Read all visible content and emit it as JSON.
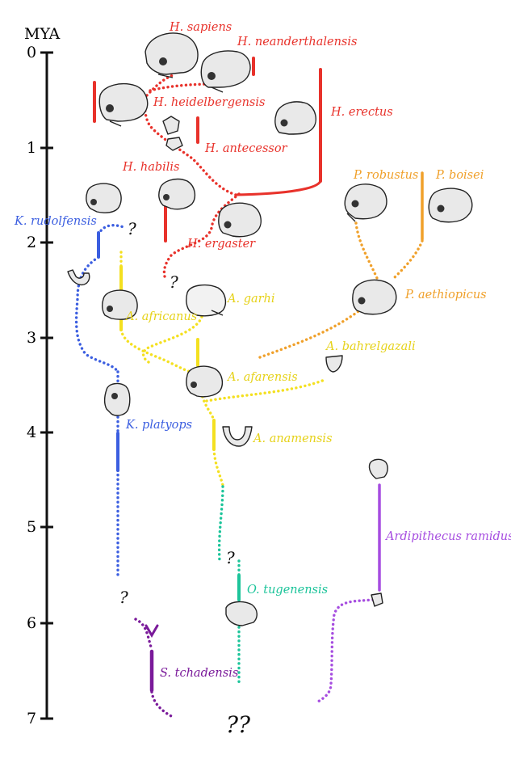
{
  "axis": {
    "title": "MYA",
    "ticks": [
      "0",
      "1",
      "2",
      "3",
      "4",
      "5",
      "6",
      "7"
    ]
  },
  "colors": {
    "homo": "#e8322b",
    "paranthropus": "#f0a02a",
    "australopithecus": "#f4e020",
    "kenyanthropus": "#3b5ee0",
    "orrorin": "#1cc49a",
    "ardipithecus": "#a64de0",
    "sahelanthropus": "#7a1a9a"
  },
  "species": {
    "h_sapiens": "H. sapiens",
    "h_neanderthalensis": "H. neanderthalensis",
    "h_heidelbergensis": "H. heidelbergensis",
    "h_erectus": "H. erectus",
    "h_antecessor": "H. antecessor",
    "h_habilis": "H. habilis",
    "h_ergaster": "H. ergaster",
    "k_rudolfensis": "K. rudolfensis",
    "p_robustus": "P. robustus",
    "p_boisei": "P. boisei",
    "p_aethiopicus": "P. aethiopicus",
    "a_garhi": "A. garhi",
    "a_africanus": "A. africanus",
    "a_bahrelgazali": "A. bahrelgazali",
    "a_afarensis": "A. afarensis",
    "k_platyops": "K. platyops",
    "a_anamensis": "A. anamensis",
    "ardipithecus_ramidus": "Ardipithecus ramidus",
    "o_tugenensis": "O. tugenensis",
    "s_tchadensis": "S. tchadensis"
  },
  "uncertainty": {
    "q": "?",
    "qq": "??"
  },
  "fossil_icons": [
    "h-sapiens-skull-icon",
    "h-neanderthalensis-skull-icon",
    "h-heidelbergensis-skull-icon",
    "h-antecessor-fragment-icon",
    "h-erectus-skull-icon",
    "h-habilis-skull-icon",
    "k-rudolfensis-skull-icon",
    "h-ergaster-skull-icon",
    "p-robustus-skull-icon",
    "p-boisei-skull-icon",
    "p-aethiopicus-skull-icon",
    "a-garhi-skull-icon",
    "a-africanus-skull-icon",
    "k-rudolfensis-jaw-icon",
    "a-bahrelgazali-jaw-icon",
    "a-afarensis-skull-icon",
    "k-platyops-skull-icon",
    "a-anamensis-jaw-icon",
    "ardipithecus-ramidus-fragment-icon",
    "o-tugenensis-fragment-icon"
  ]
}
